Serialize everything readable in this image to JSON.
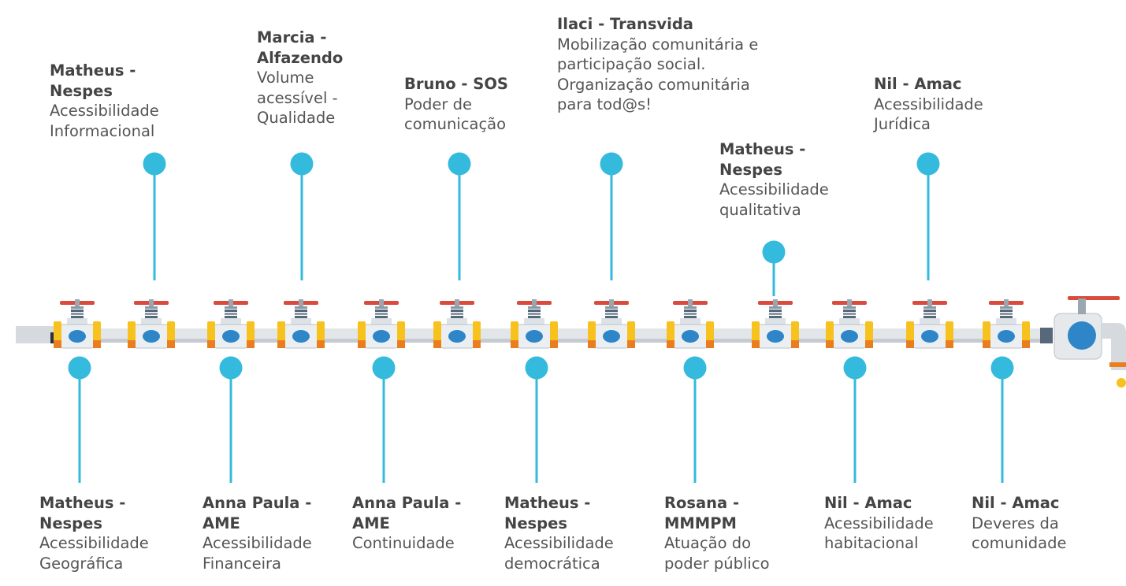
{
  "colors": {
    "dot": "#34BADD",
    "line": "#34BADD",
    "pipe": "#E3E6E9",
    "pipe_shadow": "#C5CBD1",
    "nut_yellow": "#F7C21E",
    "nut_orange": "#EA7E1E",
    "handle_red": "#D94B3C",
    "valve_body": "#DDE2E6",
    "valve_dark": "#6E7D8A",
    "port_blue": "#2E86C8",
    "text_title": "#444444",
    "text_desc": "#555555"
  },
  "top_items": [
    {
      "id": "t1",
      "title": "Matheus -\nNespes",
      "desc": "Acessibilidade\nInformacional"
    },
    {
      "id": "t2",
      "title": "Marcia -\nAlfazendo",
      "desc": "Volume\nacessível -\nQualidade"
    },
    {
      "id": "t3",
      "title": "Bruno - SOS",
      "desc": "Poder de\ncomunicação"
    },
    {
      "id": "t4",
      "title": "Ilaci - Transvida",
      "desc": "Mobilização comunitária e\nparticipação social.\nOrganização comunitária\npara tod@s!"
    },
    {
      "id": "t5",
      "title": "Matheus -\nNespes",
      "desc": "Acessibilidade\nqualitativa"
    },
    {
      "id": "t6",
      "title": "Nil - Amac",
      "desc": "Acessibilidade\nJurídica"
    }
  ],
  "bottom_items": [
    {
      "id": "b1",
      "title": "Matheus -\nNespes",
      "desc": "Acessibilidade\nGeográfica"
    },
    {
      "id": "b2",
      "title": "Anna Paula -\nAME",
      "desc": "Acessibilidade\nFinanceira"
    },
    {
      "id": "b3",
      "title": "Anna Paula -\nAME",
      "desc": "Continuidade"
    },
    {
      "id": "b4",
      "title": "Matheus -\nNespes",
      "desc": "Acessibilidade\ndemocrática"
    },
    {
      "id": "b5",
      "title": "Rosana -\nMMMPM",
      "desc": "Atuação do\npoder público"
    },
    {
      "id": "b6",
      "title": "Nil - Amac",
      "desc": "Acessibilidade\nhabitacional"
    },
    {
      "id": "b7",
      "title": "Nil - Amac",
      "desc": "Deveres da\ncomunidade"
    }
  ]
}
